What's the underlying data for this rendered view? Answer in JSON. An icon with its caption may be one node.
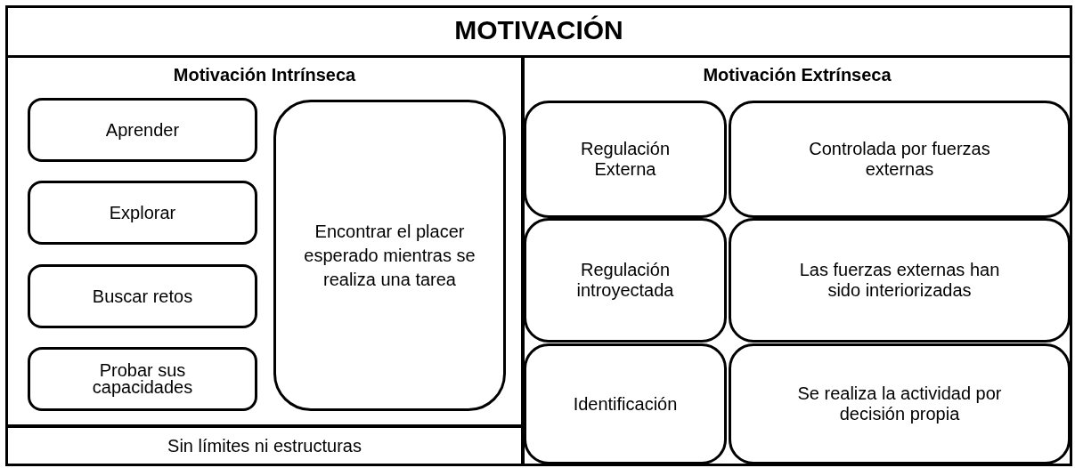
{
  "diagram": {
    "nodes": [
      {
        "text": [
          "MOTIVACIÓN"
        ]
      },
      {
        "text": [
          "Motivación Intrínseca"
        ],
        "in": 0
      },
      {
        "text": [
          "Aprender"
        ],
        "in": 1
      },
      {
        "text": [
          "Explorar"
        ],
        "in": 1
      },
      {
        "text": [
          "Buscar retos"
        ],
        "in": 1
      },
      {
        "text": [
          "Probar sus capacidades"
        ],
        "in": 1
      },
      {
        "text": [
          "Encontrar el placer esperado mientras se realiza una tarea"
        ],
        "in": 1
      },
      {
        "text": [
          "Sin límites ni estructuras"
        ],
        "in": 0
      },
      {
        "text": [
          "Motivación Extrínseca"
        ],
        "in": 0
      },
      {
        "text": [
          "Regulación Externa"
        ],
        "in": 8
      },
      {
        "text": [
          "Controlada por fuerzas externas"
        ],
        "in": 8
      },
      {
        "text": [
          "Regulación introyectada"
        ],
        "in": 8
      },
      {
        "text": [
          "Las fuerzas externas han sido interiorizadas"
        ],
        "in": 8
      },
      {
        "text": [
          "Identificación"
        ],
        "in": 8
      },
      {
        "text": [
          "Se realiza la actividad por decisión propia"
        ],
        "in": 8
      }
    ]
  }
}
